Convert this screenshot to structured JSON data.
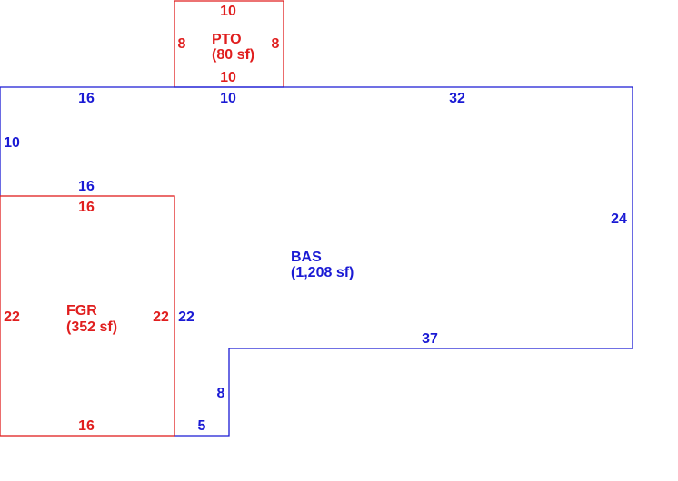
{
  "colors": {
    "living": "#1a1ad4",
    "other": "#e01e1e",
    "background": "#ffffff"
  },
  "areas": {
    "pto": {
      "code": "PTO",
      "area": "(80 sf)",
      "dims": {
        "top": "10",
        "left": "8",
        "right": "8",
        "bottom": "10"
      }
    },
    "bas": {
      "code": "BAS",
      "area": "(1,208 sf)",
      "dims": {
        "top_left": "16",
        "top_mid": "10",
        "top_right": "32",
        "left": "10",
        "inner_top": "16",
        "right": "24",
        "step_top": "37",
        "inner_right": "22",
        "step_vertical": "8",
        "bottom": "5"
      }
    },
    "fgr": {
      "code": "FGR",
      "area": "(352 sf)",
      "dims": {
        "top": "16",
        "left": "22",
        "right": "22",
        "bottom": "16"
      }
    }
  }
}
